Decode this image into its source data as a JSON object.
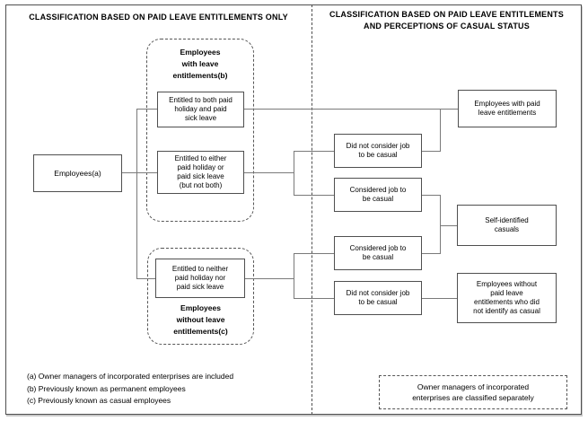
{
  "colors": {
    "background": "#ffffff",
    "box_border": "#4f4f4f",
    "connector_line": "#7a7a7a",
    "dashed_line": "#565656",
    "text": "#000000"
  },
  "left_panel": {
    "title": "CLASSIFICATION BASED ON PAID LEAVE ENTITLEMENTS ONLY",
    "employees_box": "Employees(a)",
    "with_leave_group": {
      "label": "Employees\nwith leave\nentitlements(b)",
      "box_both": "Entitled to both paid\nholiday and paid\nsick leave",
      "box_either": "Entitled to either\npaid holiday or\npaid sick leave\n(but not both)"
    },
    "without_leave_group": {
      "label": "Employees\nwithout leave\nentitlements(c)",
      "box_neither": "Entitled to neither\npaid holiday nor\npaid sick leave"
    },
    "footnotes": [
      "(a) Owner managers of incorporated enterprises are included",
      "(b) Previously known as permanent employees",
      "(c) Previously known as casual employees"
    ]
  },
  "right_panel": {
    "title": "CLASSIFICATION BASED ON PAID LEAVE ENTITLEMENTS\nAND PERCEPTIONS OF CASUAL STATUS",
    "perception_boxes": [
      "Did not consider job\nto be casual",
      "Considered job to\nbe casual",
      "Considered job to\nbe casual",
      "Did not consider job\nto be casual"
    ],
    "outcome_boxes": [
      "Employees with paid\nleave entitlements",
      "Self-identified\ncasuals",
      "Employees without\npaid leave\nentitlements who did\nnot identify as casual"
    ],
    "note_box": "Owner managers of incorporated\nenterprises are classified separately"
  }
}
